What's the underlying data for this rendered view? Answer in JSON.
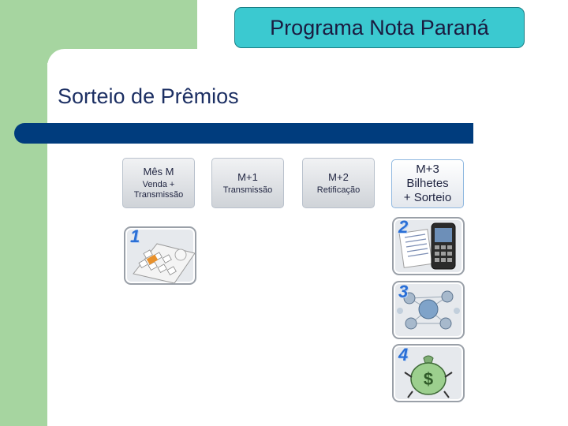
{
  "header": {
    "title": "Programa Nota Paraná"
  },
  "subtitle": "Sorteio de Prêmios",
  "timeline": [
    {
      "title": "Mês M",
      "sub_line1": "Venda +",
      "sub_line2": "Transmissão"
    },
    {
      "title": "M+1",
      "sub": "Transmissão"
    },
    {
      "title": "M+2",
      "sub": "Retificação"
    },
    {
      "line1": "M+3",
      "line2": "Bilhetes",
      "line3": "+ Sorteio"
    }
  ],
  "steps": [
    "1",
    "2",
    "3",
    "4"
  ],
  "illustrations": [
    "keyboard-icon",
    "smartphone-receipt-icon",
    "globe-network-icon",
    "money-bag-icon"
  ],
  "colors": {
    "header_bg": "#3bc9d0",
    "bar": "#003c7d",
    "green": "#a6d5a0",
    "number": "#2a6fd6"
  }
}
